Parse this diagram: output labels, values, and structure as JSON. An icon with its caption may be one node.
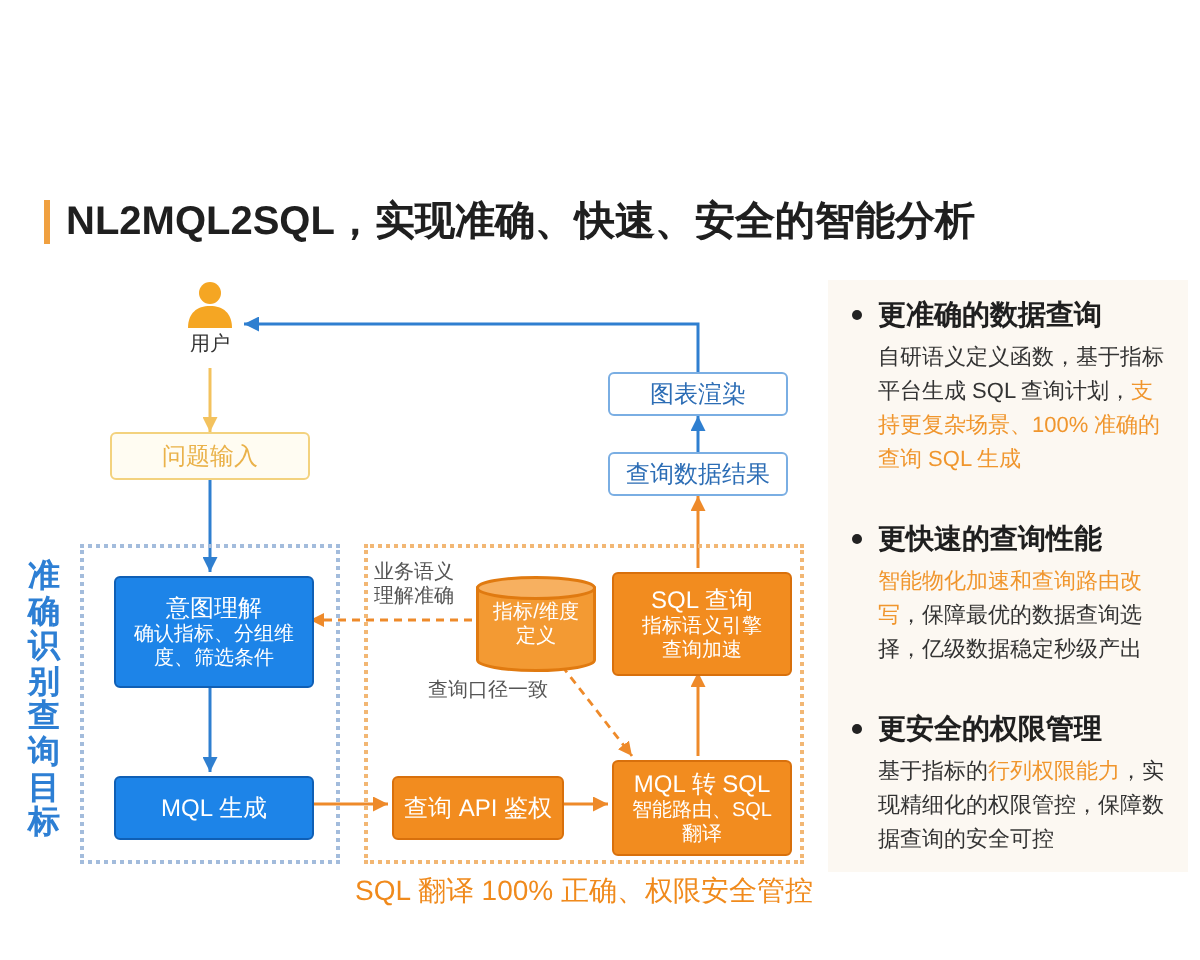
{
  "diagram": {
    "title": "NL2MQL2SQL，实现准确、快速、安全的智能分析",
    "nodes": [
      {
        "text": [
          "用户"
        ]
      },
      {
        "text": [
          "问题输入"
        ]
      },
      {
        "text": [
          "准确识别查询目标"
        ]
      },
      {
        "text": [
          "意图理解",
          "确认指标、分组维度、筛选条件"
        ],
        "in": 2
      },
      {
        "text": [
          "MQL 生成"
        ],
        "in": 2
      },
      {
        "text": [
          "图表渲染"
        ]
      },
      {
        "text": [
          "查询数据结果"
        ]
      },
      {
        "text": [
          "SQL 翻译 100% 正确、权限安全管控"
        ]
      },
      {
        "text": [
          "指标/维度定义"
        ],
        "in": 7
      },
      {
        "text": [
          "SQL 查询",
          "指标语义引擎",
          "查询加速"
        ],
        "in": 7
      },
      {
        "text": [
          "查询 API 鉴权"
        ],
        "in": 7
      },
      {
        "text": [
          "MQL 转 SQL",
          "智能路由、SQL 翻译"
        ],
        "in": 7
      },
      {
        "text": [
          "更准确的数据查询",
          "自研语义定义函数，基于指标平台生成 SQL 查询计划，**支持更复杂场景、100% 准确的查询 SQL 生成**",
          "更快速的查询性能",
          "**智能物化加速和查询路由改写**，保障最优的数据查询选择，亿级数据稳定秒级产出",
          "更安全的权限管理",
          "基于指标的**行列权限能力**，实现精细化的权限管控，保障数据查询的安全可控"
        ]
      }
    ],
    "edges": [
      {
        "from": 0,
        "to": 1,
        "arrow": "to",
        "color": "#f3c25e"
      },
      {
        "from": 1,
        "to": 3,
        "arrow": "to",
        "color": "#2f7fd0"
      },
      {
        "from": 3,
        "to": 4,
        "arrow": "to",
        "color": "#2f7fd0"
      },
      {
        "from": 4,
        "to": 10,
        "arrow": "to"
      },
      {
        "from": 10,
        "to": 11,
        "arrow": "to"
      },
      {
        "from": 11,
        "to": 9,
        "arrow": "to"
      },
      {
        "from": 9,
        "to": 6,
        "arrow": "to"
      },
      {
        "from": 6,
        "to": 5,
        "arrow": "to",
        "color": "#2f7fd0"
      },
      {
        "from": 5,
        "to": 0,
        "arrow": "to",
        "color": "#2f7fd0"
      },
      {
        "from": 8,
        "to": 3,
        "arrow": "to",
        "style": "dashed",
        "label": "业务语义理解准确"
      },
      {
        "from": 8,
        "to": 11,
        "arrow": "to",
        "style": "dashed",
        "label": "查询口径一致"
      }
    ]
  }
}
